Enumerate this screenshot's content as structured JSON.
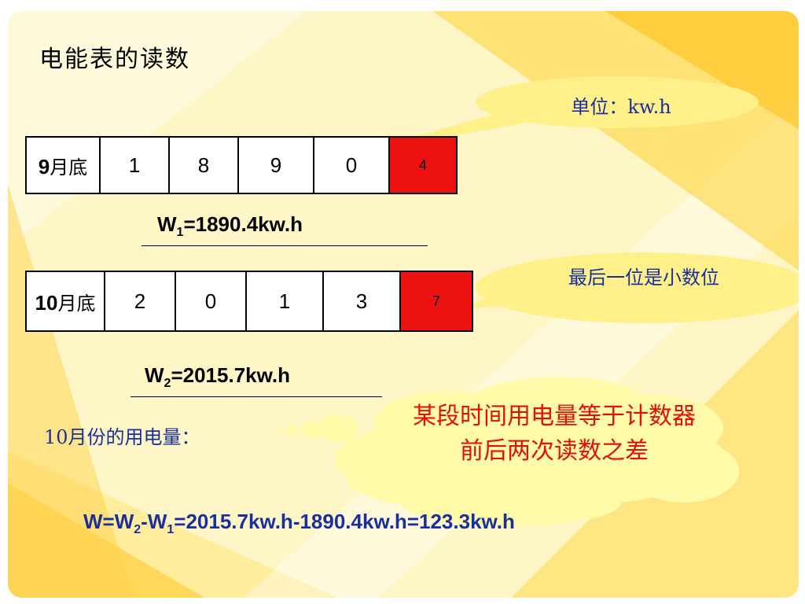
{
  "title": "电能表的读数",
  "callouts": {
    "unit": "单位：kw.h",
    "last_digit": "最后一位是小数位",
    "cloud": "某段时间用电量等于计数器前后两次读数之差"
  },
  "meter_september": {
    "label_num": "9",
    "label_text": "月底",
    "digits": [
      "1",
      "8",
      "9",
      "0"
    ],
    "decimal": "4",
    "formula": {
      "var": "W",
      "sub": "1",
      "rest": "=1890.4kw.h"
    }
  },
  "meter_october": {
    "label_num": "10",
    "label_text": "月底",
    "digits": [
      "2",
      "0",
      "1",
      "3"
    ],
    "decimal": "7",
    "formula": {
      "var": "W",
      "sub": "2",
      "rest": "=2015.7kw.h"
    }
  },
  "october_usage_label": "10月份的用电量：",
  "final_formula": {
    "w": "W=W",
    "sub2": "2",
    "minus": "-W",
    "sub1": "1",
    "rest": "=2015.7kw.h-1890.4kw.h=123.3kw.h"
  },
  "colors": {
    "decimal_cell": "#ee1111",
    "callout_text": "#1a2f9e",
    "cloud_text": "#e01010",
    "background": "#fff6c8"
  }
}
